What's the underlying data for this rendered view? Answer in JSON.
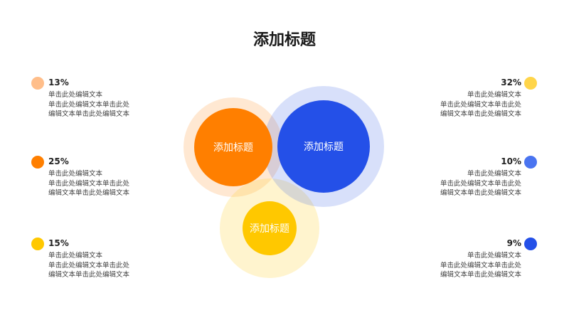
{
  "title": "添加标题",
  "circles": [
    {
      "label": "添加标题",
      "color": "#FF7F00"
    },
    {
      "label": "添加标题",
      "color": "#2450E8"
    },
    {
      "label": "添加标题",
      "color": "#FFC800"
    }
  ],
  "items": [
    {
      "percent": "13%",
      "color": "#FFBE8A",
      "lines": [
        "单击此处编辑文本",
        "单击此处编辑文本单击此处",
        "编辑文本单击此处编辑文本"
      ]
    },
    {
      "percent": "25%",
      "color": "#FF7F00",
      "lines": [
        "单击此处编辑文本",
        "单击此处编辑文本单击此处",
        "编辑文本单击此处编辑文本"
      ]
    },
    {
      "percent": "15%",
      "color": "#FFC800",
      "lines": [
        "单击此处编辑文本",
        "单击此处编辑文本单击此处",
        "编辑文本单击此处编辑文本"
      ]
    },
    {
      "percent": "32%",
      "color": "#FFD54A",
      "lines": [
        "单击此处编辑文本",
        "单击此处编辑文本单击此处",
        "编辑文本单击此处编辑文本"
      ]
    },
    {
      "percent": "10%",
      "color": "#4A74F0",
      "lines": [
        "单击此处编辑文本",
        "单击此处编辑文本单击此处",
        "编辑文本单击此处编辑文本"
      ]
    },
    {
      "percent": "9%",
      "color": "#2450E8",
      "lines": [
        "单击此处编辑文本",
        "单击此处编辑文本单击此处",
        "编辑文本单击此处编辑文本"
      ]
    }
  ]
}
